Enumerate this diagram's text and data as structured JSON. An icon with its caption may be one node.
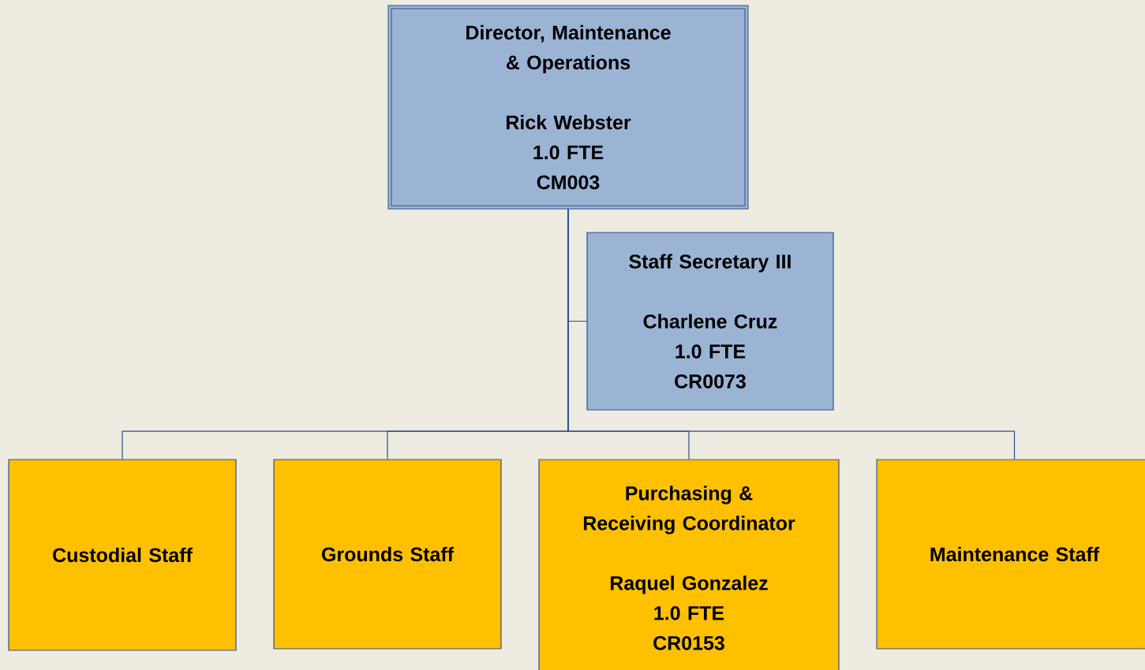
{
  "diagram": {
    "nodes": [
      {
        "text": [
          "Director, Maintenance & Operations",
          "Rick Webster",
          "1.0 FTE",
          "CM003"
        ]
      },
      {
        "text": [
          "Staff Secretary III",
          "Charlene Cruz",
          "1.0 FTE",
          "CR0073"
        ]
      },
      {
        "text": [
          "Custodial Staff"
        ]
      },
      {
        "text": [
          "Grounds Staff"
        ]
      },
      {
        "text": [
          "Purchasing & Receiving Coordinator",
          "Raquel Gonzalez",
          "1.0 FTE",
          "CR0153"
        ]
      },
      {
        "text": [
          "Maintenance Staff"
        ]
      }
    ],
    "edges": [
      {
        "from": 0,
        "to": 1,
        "arrow": "none"
      },
      {
        "from": 0,
        "to": 2,
        "arrow": "none"
      },
      {
        "from": 0,
        "to": 3,
        "arrow": "none"
      },
      {
        "from": 0,
        "to": 4,
        "arrow": "none"
      },
      {
        "from": 0,
        "to": 5,
        "arrow": "none"
      }
    ]
  }
}
